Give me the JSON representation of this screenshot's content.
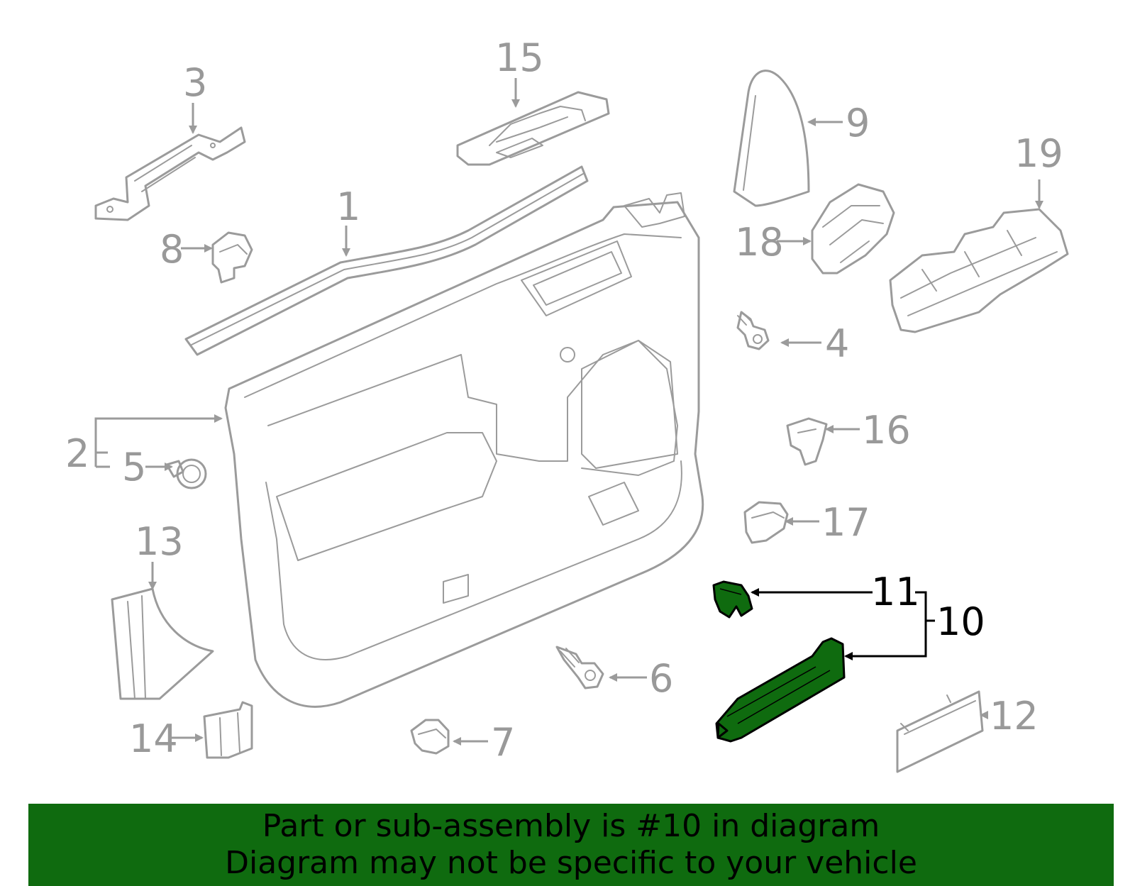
{
  "callouts": [
    "1",
    "2",
    "3",
    "4",
    "5",
    "6",
    "7",
    "8",
    "9",
    "10",
    "11",
    "12",
    "13",
    "14",
    "15",
    "16",
    "17",
    "18",
    "19"
  ],
  "highlighted_part": "10",
  "colors": {
    "highlight": "#0f6b0f",
    "line_art": "#9b9b9b",
    "banner": "#0f6b0f"
  },
  "banner": {
    "line1": "Part or sub-assembly is #10 in diagram",
    "line2": "Diagram may not be specific to your vehicle"
  }
}
